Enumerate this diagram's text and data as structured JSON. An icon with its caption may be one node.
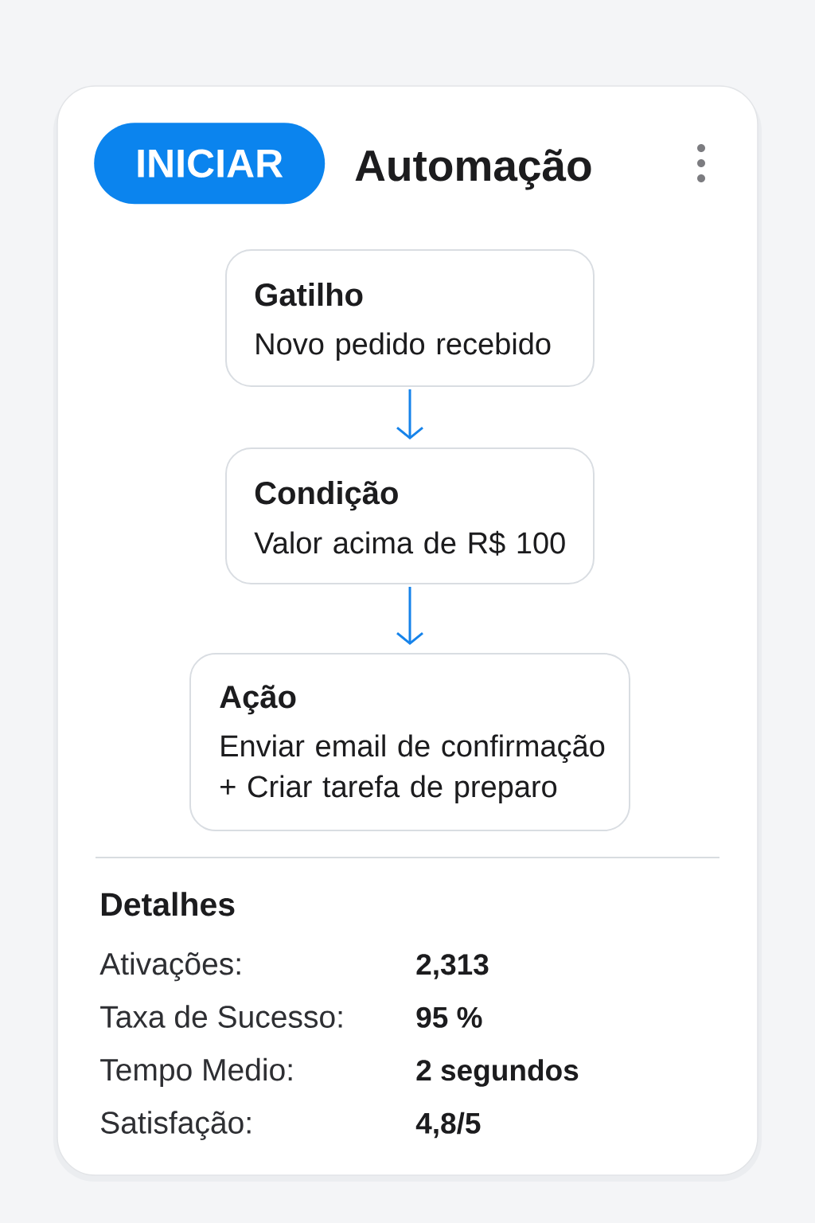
{
  "diagram": {
    "title": "Automação",
    "nodes": [
      {
        "text": [
          "INICIAR"
        ]
      },
      {
        "text": [
          "Gatilho",
          "Novo pedido recebido"
        ]
      },
      {
        "text": [
          "Condição",
          "Valor acima de R$ 100"
        ]
      },
      {
        "text": [
          "Ação",
          "Enviar email de confirmação + Criar tarefa de preparo"
        ]
      }
    ],
    "edges": [
      {
        "from": 1,
        "to": 2,
        "arrow": "to"
      },
      {
        "from": 2,
        "to": 3,
        "arrow": "to"
      }
    ],
    "labels": [
      "Detalhes",
      "Ativações:",
      "2,313",
      "Taxa de Sucesso:",
      "95 %",
      "Tempo Medio:",
      "2 segundos",
      "Satisfação:",
      "4,8/5"
    ]
  }
}
